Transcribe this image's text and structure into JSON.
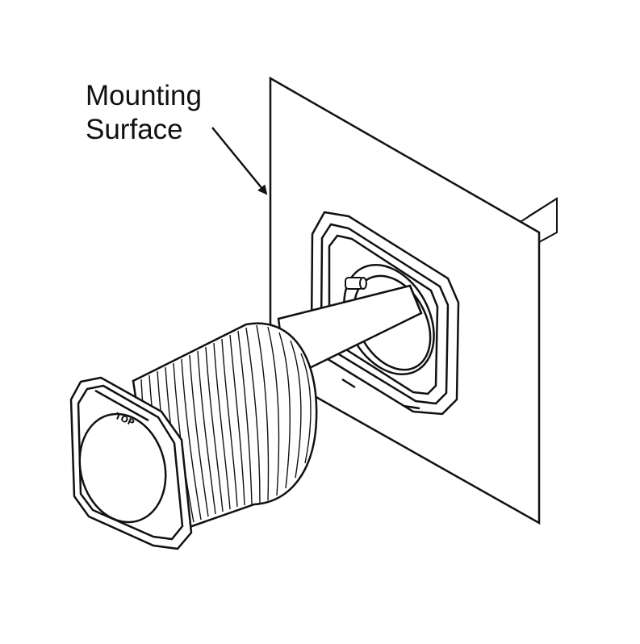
{
  "callout": {
    "line1": "Mounting",
    "line2": "Surface"
  },
  "knob": {
    "face_marking": "TOP"
  },
  "colors": {
    "line": "#111111",
    "fill": "#ffffff",
    "shade": "#d9d9d9"
  },
  "icons": {
    "arrow": "callout-arrow-icon"
  }
}
